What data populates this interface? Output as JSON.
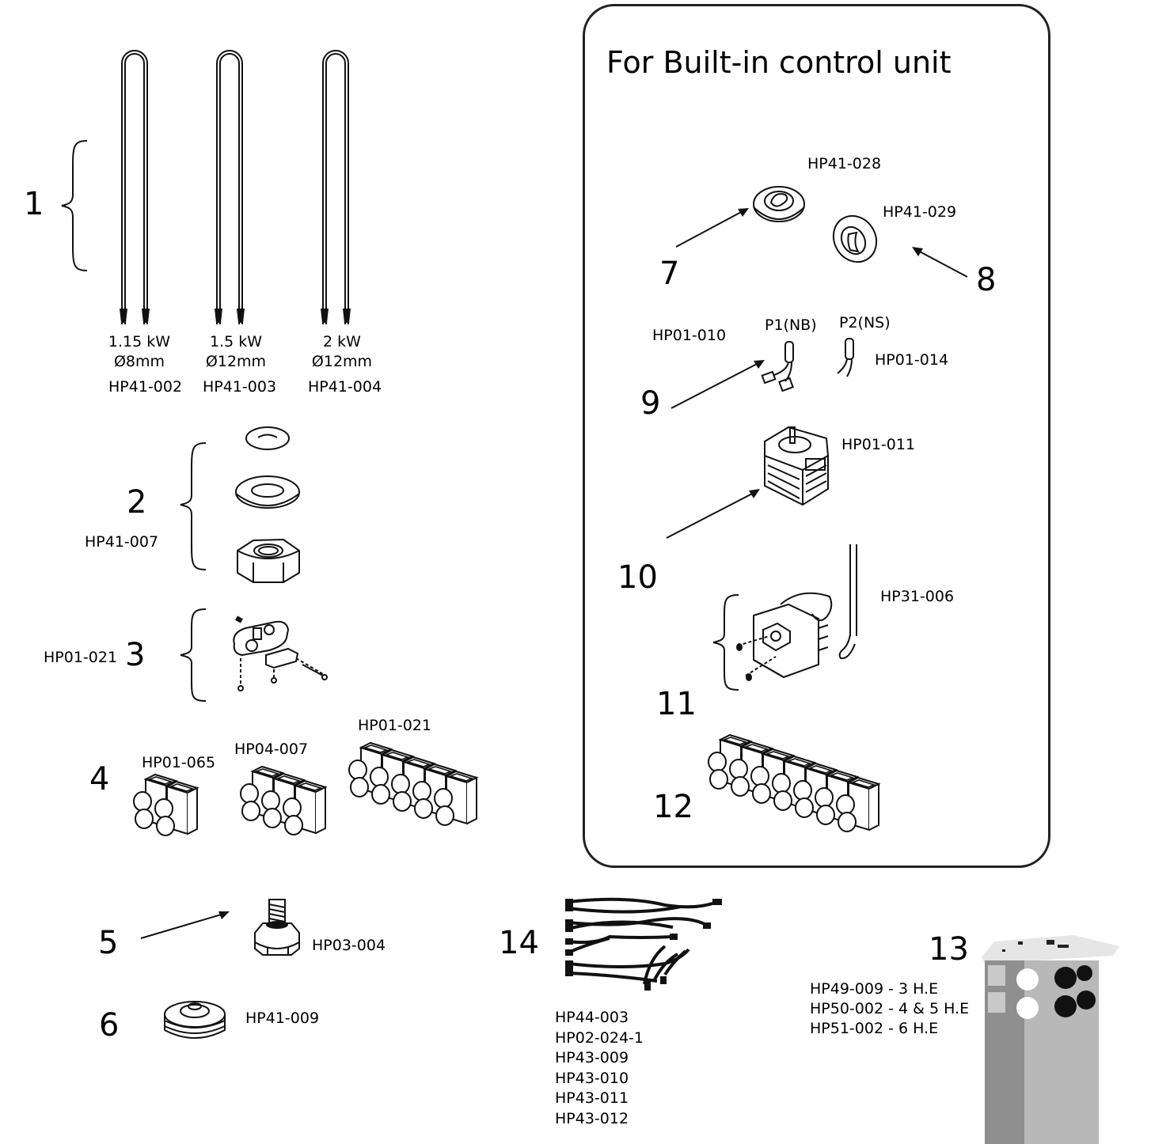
{
  "title": "For Built-in control unit",
  "parts": [
    {
      "number": "1",
      "variants": [
        {
          "power": "1.15 kW",
          "diameter": "Ø8mm",
          "code": "HP41-002"
        },
        {
          "power": "1.5 kW",
          "diameter": "Ø12mm",
          "code": "HP41-003"
        },
        {
          "power": "2 kW",
          "diameter": "Ø12mm",
          "code": "HP41-004"
        }
      ],
      "icon": "heating-element-icon"
    },
    {
      "number": "2",
      "code": "HP41-007",
      "icon": "nut-washer-set-icon"
    },
    {
      "number": "3",
      "code": "HP01-021",
      "icon": "clamp-bracket-icon"
    },
    {
      "number": "4",
      "variants": [
        {
          "code": "HP01-065"
        },
        {
          "code": "HP04-007"
        },
        {
          "code": "HP01-021"
        }
      ],
      "icon": "terminal-block-icon"
    },
    {
      "number": "5",
      "code": "HP03-004",
      "icon": "adjustable-foot-icon"
    },
    {
      "number": "6",
      "code": "HP41-009",
      "icon": "rubber-foot-icon"
    },
    {
      "number": "7",
      "code": "HP41-028",
      "icon": "knob-icon"
    },
    {
      "number": "8",
      "code": "HP41-029",
      "icon": "knob-icon"
    },
    {
      "number": "9",
      "code": "HP01-010",
      "lamps": [
        {
          "label": "P1(NB)"
        },
        {
          "label": "P2(NS)",
          "code": "HP01-014"
        }
      ],
      "icon": "indicator-lamp-icon"
    },
    {
      "number": "10",
      "code": "HP01-011",
      "icon": "timer-switch-icon"
    },
    {
      "number": "11",
      "code": "HP31-006",
      "icon": "thermostat-icon"
    },
    {
      "number": "12",
      "icon": "terminal-block-icon"
    },
    {
      "number": "13",
      "codes": [
        "HP49-009 - 3 H.E",
        "HP50-002 - 4 & 5 H.E",
        "HP51-002 - 6 H.E"
      ],
      "icon": "element-housing-icon"
    },
    {
      "number": "14",
      "codes": [
        "HP44-003",
        "HP02-024-1",
        "HP43-009",
        "HP43-010",
        "HP43-011",
        "HP43-012"
      ],
      "icon": "wiring-harness-icon"
    }
  ]
}
